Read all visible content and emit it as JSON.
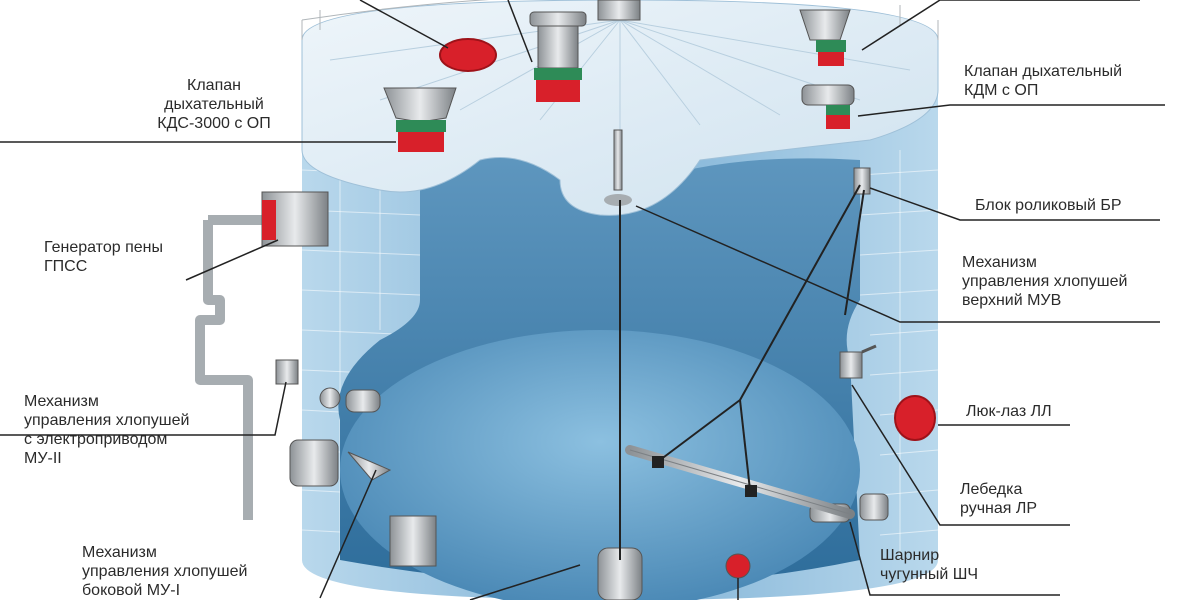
{
  "labels": {
    "breather_kds": [
      "Клапан",
      "дыхательный",
      "КДС-3000 с ОП"
    ],
    "breather_kdm": [
      "Клапан дыхательный",
      "КДМ с ОП"
    ],
    "roller_block": [
      "Блок роликовый БР"
    ],
    "upper_control": [
      "Механизм",
      "управления хлопушей",
      "верхний МУВ"
    ],
    "foam_generator": [
      "Генератор пены",
      "ГПСС"
    ],
    "electric_control": [
      "Механизм",
      "управления хлопушей",
      "с электроприводом",
      "МУ-II"
    ],
    "manhole": [
      "Люк-лаз ЛЛ"
    ],
    "hand_winch": [
      "Лебедка",
      "ручная ЛР"
    ],
    "side_control": [
      "Механизм",
      "управления хлопушей",
      "боковой МУ-I"
    ],
    "hinge": [
      "Шарнир",
      "чугунный ШЧ"
    ]
  },
  "colors": {
    "tank_blue": "#7fb2d6",
    "roof": "#dbe9f3",
    "hatch_red": "#d8202a",
    "fitting_green": "#2e8b57",
    "leader_line": "#222222"
  }
}
